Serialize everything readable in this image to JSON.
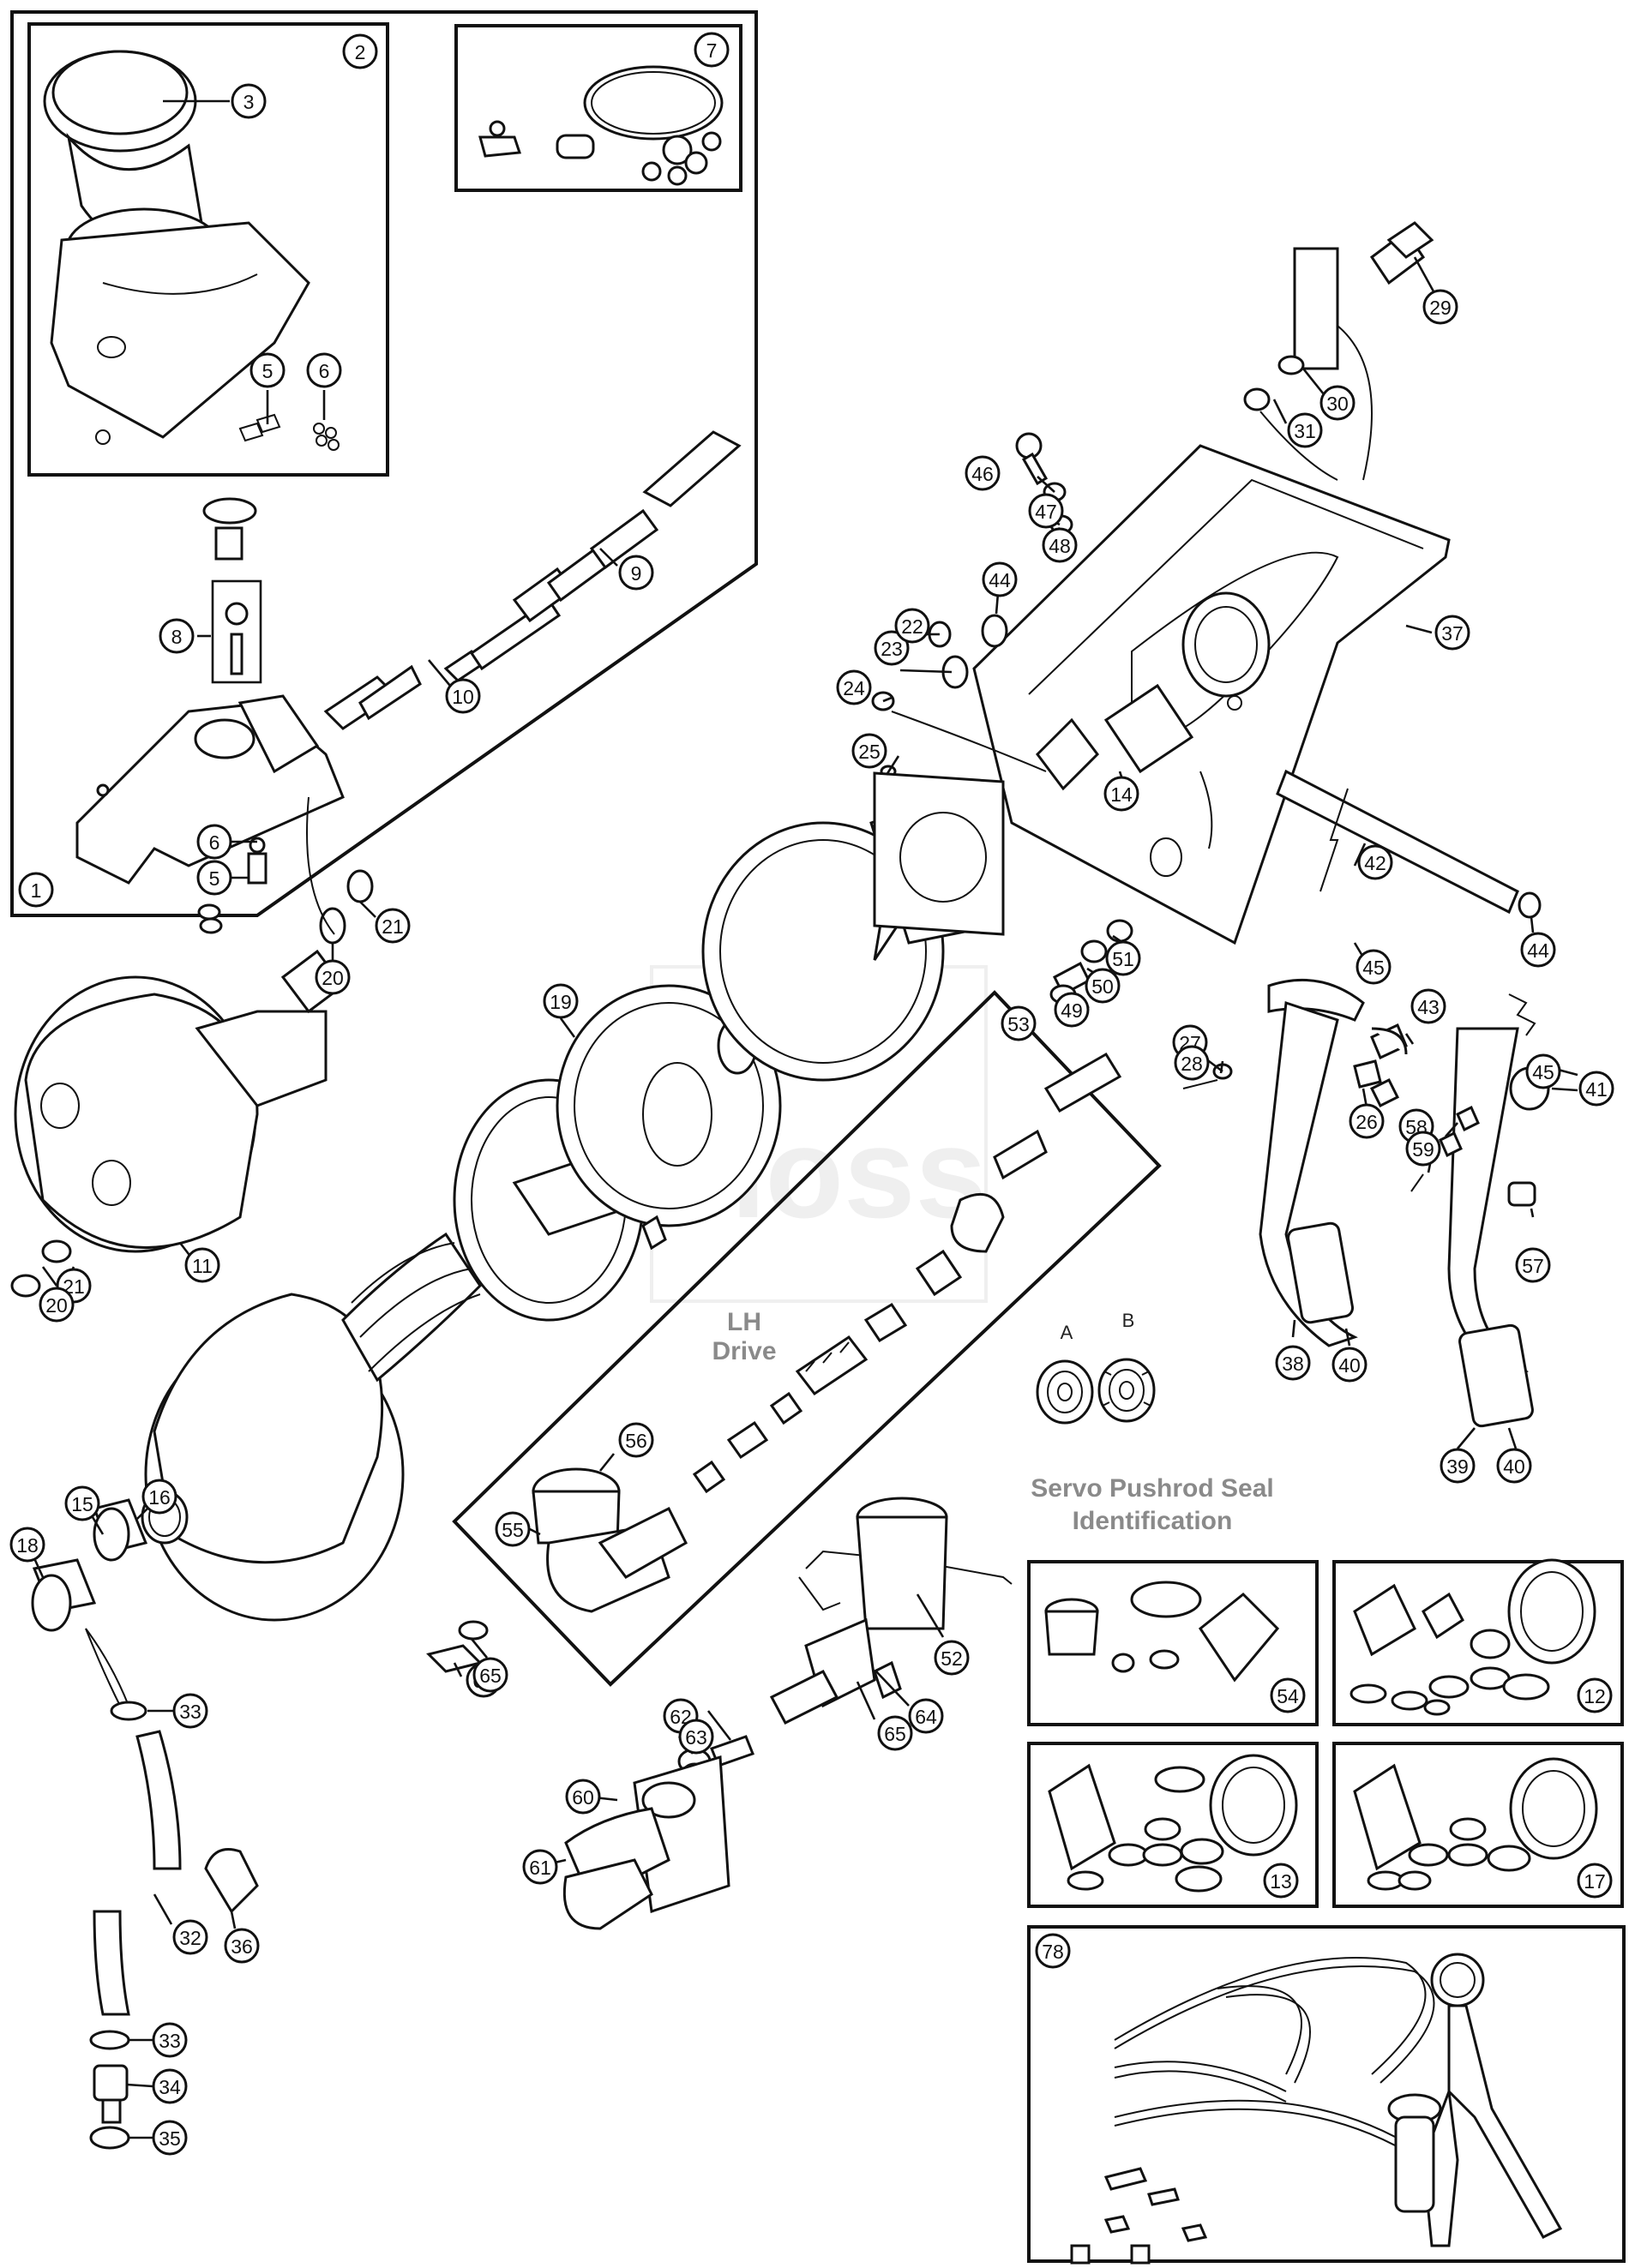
{
  "watermark": "moss",
  "labels": {
    "lh_drive_line1": "LH",
    "lh_drive_line2": "Drive",
    "seal_id_line1": "Servo Pushrod Seal",
    "seal_id_line2": "Identification",
    "seal_a": "A",
    "seal_b": "B"
  },
  "callouts": [
    "1",
    "2",
    "3",
    "5",
    "6",
    "7",
    "8",
    "9",
    "10",
    "5",
    "6",
    "20",
    "21",
    "11",
    "21",
    "20",
    "19",
    "16",
    "15",
    "18",
    "33",
    "32",
    "36",
    "33",
    "34",
    "35",
    "53",
    "55",
    "56",
    "64",
    "65",
    "62",
    "63",
    "60",
    "61",
    "52",
    "64",
    "65",
    "25",
    "14",
    "24",
    "23",
    "22",
    "44",
    "46",
    "47",
    "48",
    "29",
    "30",
    "31",
    "37",
    "42",
    "44",
    "45",
    "51",
    "50",
    "49",
    "27",
    "28",
    "43",
    "26",
    "58",
    "59",
    "45",
    "41",
    "57",
    "38",
    "40",
    "39",
    "40",
    "54",
    "12",
    "13",
    "17",
    "78"
  ]
}
